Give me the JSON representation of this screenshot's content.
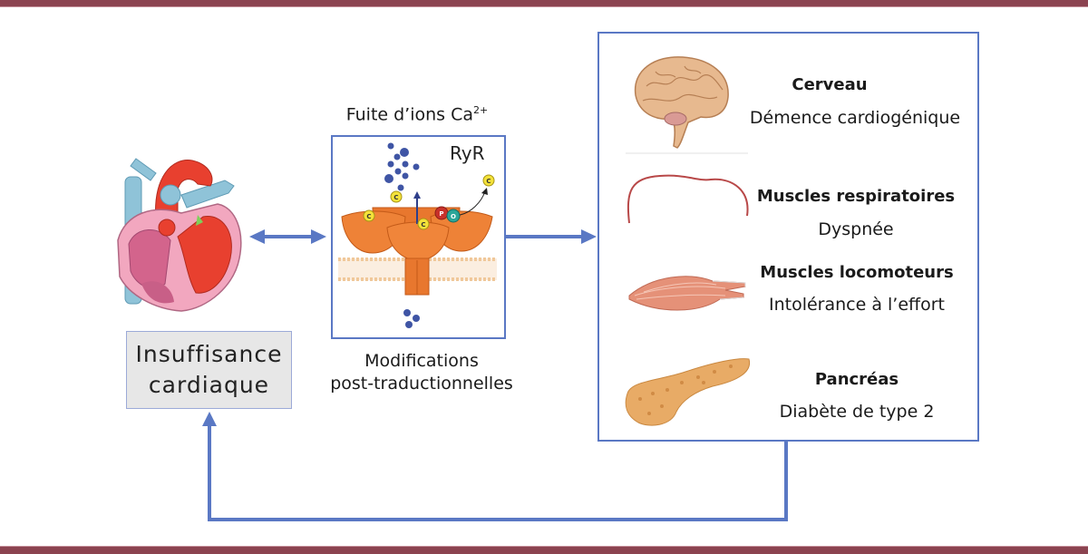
{
  "colors": {
    "frame_bar": "#8b4350",
    "arrow": "#5a78c4",
    "box_border": "#5a78c4",
    "heart_box_fill": "#e7e7e7"
  },
  "heart": {
    "icon": "heart-anatomy-icon",
    "box_line1": "Insuffisance",
    "box_line2": "cardiaque"
  },
  "ryr": {
    "title": "Fuite d’ions Ca",
    "title_superscript": "2+",
    "box_label": "RyR",
    "icon": "ryanodine-receptor-channel-icon",
    "ion_labels": {
      "c": "C",
      "p": "P",
      "o": "O"
    },
    "caption_line1": "Modifications",
    "caption_line2": "post-traductionnelles"
  },
  "organs": [
    {
      "name": "Cerveau",
      "effect": "Démence cardiogénique",
      "icon": "brain-icon"
    },
    {
      "name": "Muscles respiratoires",
      "effect": "Dyspnée",
      "icon": "diaphragm-icon"
    },
    {
      "name": "Muscles locomoteurs",
      "effect": "Intolérance à l’effort",
      "icon": "skeletal-muscle-icon"
    },
    {
      "name": "Pancréas",
      "effect": "Diabète de type 2",
      "icon": "pancreas-icon"
    }
  ]
}
